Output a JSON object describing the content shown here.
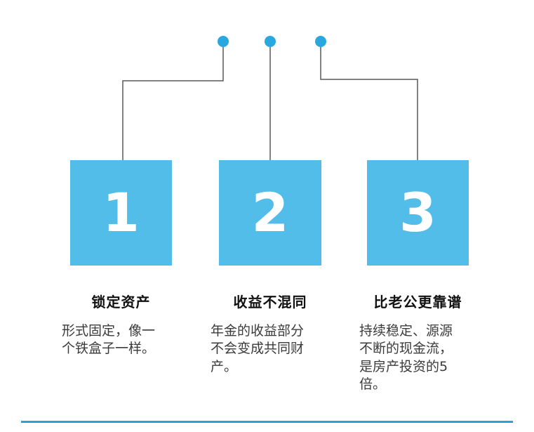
{
  "diagram": {
    "steps": [
      {
        "number": "1",
        "title": "锁定资产",
        "description": "形式固定，像一个铁盒子一样。"
      },
      {
        "number": "2",
        "title": "收益不混同",
        "description": "年金的收益部分不会变成共同财产。"
      },
      {
        "number": "3",
        "title": "比老公更靠谱",
        "description": "持续稳定、源源不断的现金流，是房产投资的5倍。"
      }
    ],
    "colors": {
      "box": "#53BDE9",
      "dot": "#29A8E0",
      "connector": "#595959",
      "footer_line": "#2E9FD9"
    }
  }
}
